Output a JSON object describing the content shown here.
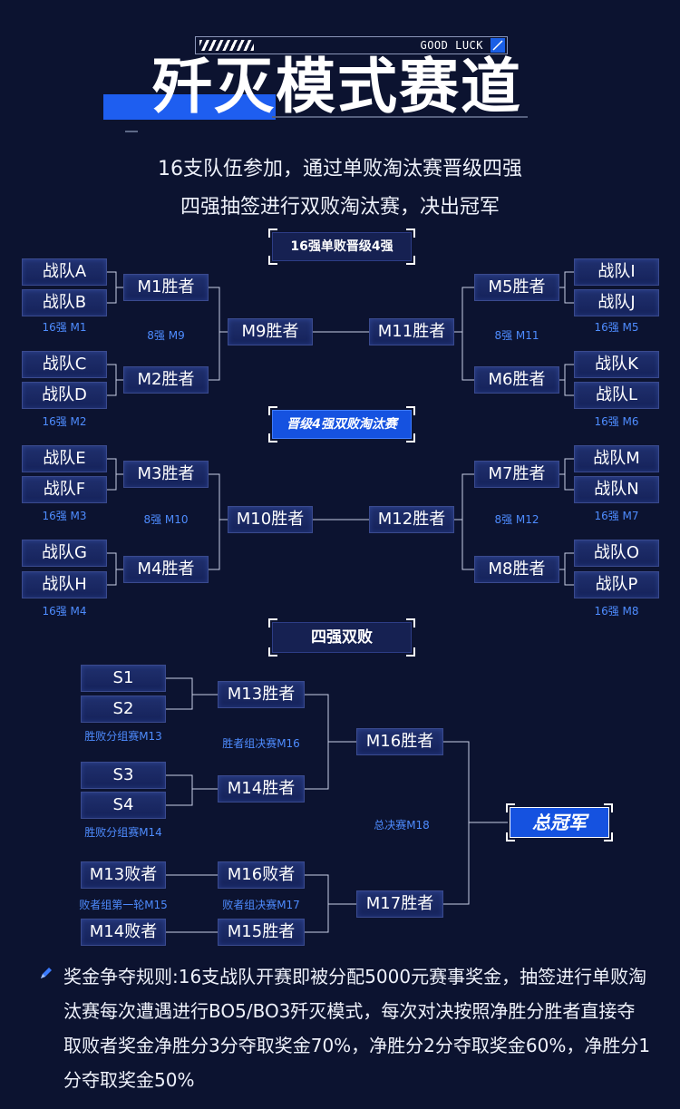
{
  "header": {
    "tagline": "GOOD LUCK",
    "title": "歼灭模式赛道",
    "subtitle_lines": [
      "16支队伍参加，通过单败淘汰赛晋级四强",
      "四强抽签进行双败淘汰赛，决出冠军"
    ]
  },
  "sections": {
    "top": "16强单败晋级4强",
    "middle": "晋级4强双败淘汰赛",
    "bottom": "四强双败"
  },
  "teams": {
    "a": "战队A",
    "b": "战队B",
    "c": "战队C",
    "d": "战队D",
    "e": "战队E",
    "f": "战队F",
    "g": "战队G",
    "h": "战队H",
    "i": "战队I",
    "j": "战队J",
    "k": "战队K",
    "l": "战队L",
    "m": "战队M",
    "n": "战队N",
    "o": "战队O",
    "p": "战队P"
  },
  "winners": {
    "m1": "M1胜者",
    "m2": "M2胜者",
    "m3": "M3胜者",
    "m4": "M4胜者",
    "m5": "M5胜者",
    "m6": "M6胜者",
    "m7": "M7胜者",
    "m8": "M8胜者",
    "m9": "M9胜者",
    "m10": "M10胜者",
    "m11": "M11胜者",
    "m12": "M12胜者",
    "m13": "M13胜者",
    "m14": "M14胜者",
    "m16": "M16胜者",
    "m17": "M17胜者"
  },
  "labels": {
    "r16_m1": "16强 M1",
    "r16_m2": "16强 M2",
    "r16_m3": "16强 M3",
    "r16_m4": "16强 M4",
    "r16_m5": "16强 M5",
    "r16_m6": "16强 M6",
    "r16_m7": "16强 M7",
    "r16_m8": "16强 M8",
    "r8_m9": "8强 M9",
    "r8_m10": "8强 M10",
    "r8_m11": "8强 M11",
    "r8_m12": "8强 M12",
    "m13_match": "胜败分组赛M13",
    "m14_match": "胜败分组赛M14",
    "m16_match": "胜者组决赛M16",
    "m15_match": "败者组第一轮M15",
    "m17_match": "败者组决赛M17",
    "m18_match": "总决赛M18"
  },
  "double_elim": {
    "s1": "S1",
    "s2": "S2",
    "s3": "S3",
    "s4": "S4",
    "m13_loser": "M13败者",
    "m14_loser": "M14败者",
    "m16_loser": "M16败者",
    "m15_winner": "M15胜者"
  },
  "champion": "总冠军",
  "rules": "奖金争夺规则:16支战队开赛即被分配5000元赛事奖金，抽签进行单败淘汰赛每次遭遇进行BO5/BO3歼灭模式，每次对决按照净胜分胜者直接夺取败者奖金净胜分3分夺取奖金70%，净胜分2分夺取奖金60%，净胜分1分夺取奖金50%",
  "colors": {
    "background": "#0c1330",
    "accent": "#1552e0",
    "label": "#4e8cff",
    "box": "#1a2862"
  },
  "icons": {
    "rules_bullet": "pen-icon"
  }
}
